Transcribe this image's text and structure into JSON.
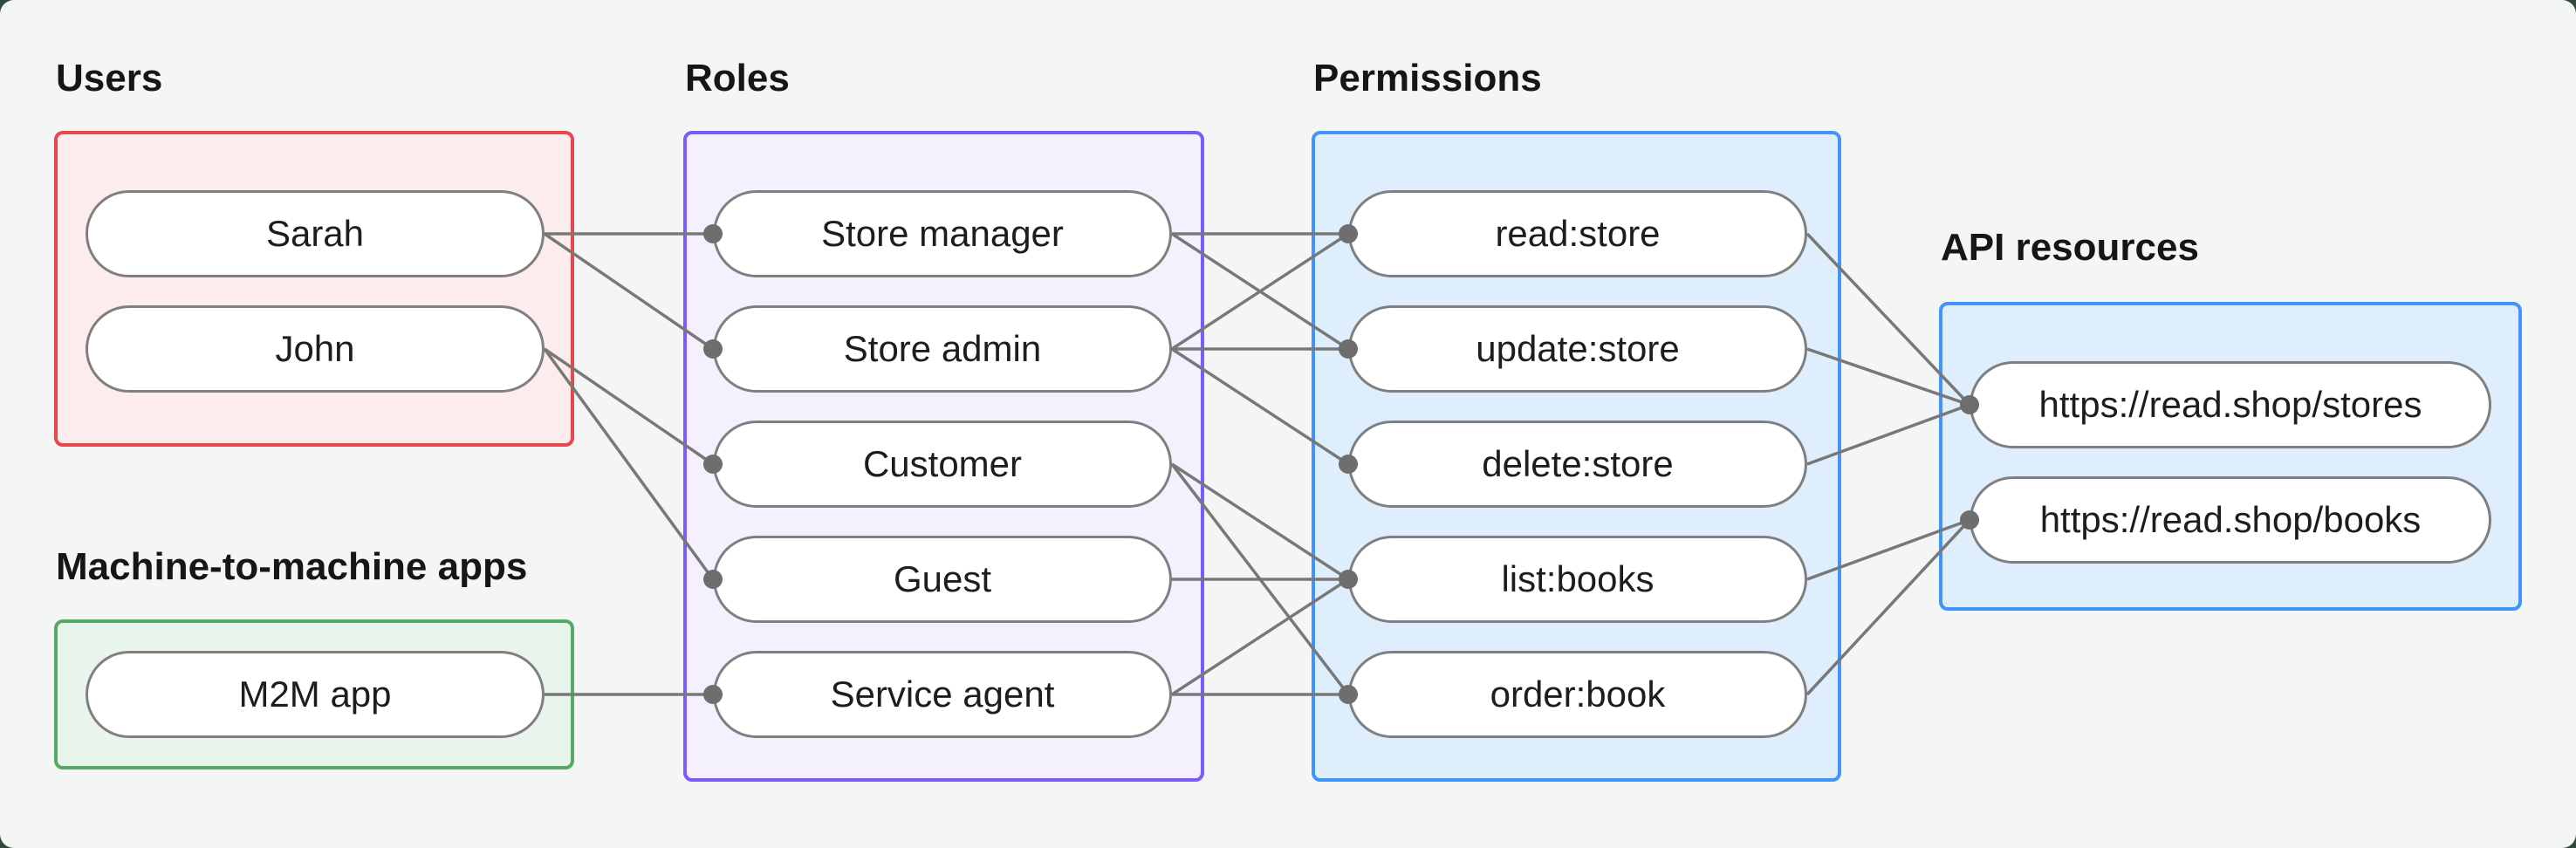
{
  "groups": [
    {
      "id": "users",
      "label": "Users",
      "border": "#e5484d",
      "fill": "#fdecec"
    },
    {
      "id": "m2m",
      "label": "Machine-to-machine apps",
      "border": "#55ab66",
      "fill": "#e9f5ec"
    },
    {
      "id": "roles",
      "label": "Roles",
      "border": "#7b5bfa",
      "fill": "#f5f0fe"
    },
    {
      "id": "permissions",
      "label": "Permissions",
      "border": "#4493f8",
      "fill": "#dfeefc"
    },
    {
      "id": "api_resources",
      "label": "API resources",
      "border": "#4493f8",
      "fill": "#dfeefc"
    }
  ],
  "nodes": {
    "sarah": "Sarah",
    "john": "John",
    "m2m_app": "M2M app",
    "store_manager": "Store manager",
    "store_admin": "Store admin",
    "customer": "Customer",
    "guest": "Guest",
    "service_agent": "Service agent",
    "read_store": "read:store",
    "update_store": "update:store",
    "delete_store": "delete:store",
    "list_books": "list:books",
    "order_book": "order:book",
    "stores_api": "https://read.shop/stores",
    "books_api": "https://read.shop/books"
  },
  "edges": [
    [
      "sarah",
      "store_manager"
    ],
    [
      "sarah",
      "store_admin"
    ],
    [
      "john",
      "customer"
    ],
    [
      "john",
      "guest"
    ],
    [
      "m2m_app",
      "service_agent"
    ],
    [
      "store_manager",
      "read_store"
    ],
    [
      "store_manager",
      "update_store"
    ],
    [
      "store_admin",
      "read_store"
    ],
    [
      "store_admin",
      "update_store"
    ],
    [
      "store_admin",
      "delete_store"
    ],
    [
      "customer",
      "list_books"
    ],
    [
      "customer",
      "order_book"
    ],
    [
      "guest",
      "list_books"
    ],
    [
      "service_agent",
      "list_books"
    ],
    [
      "service_agent",
      "order_book"
    ],
    [
      "read_store",
      "stores_api"
    ],
    [
      "update_store",
      "stores_api"
    ],
    [
      "delete_store",
      "stores_api"
    ],
    [
      "list_books",
      "books_api"
    ],
    [
      "order_book",
      "books_api"
    ]
  ],
  "edge_style": {
    "line_color": "#787878",
    "dot_color": "#6e6e6e"
  },
  "pill_style": {
    "border": "#7f7f7f",
    "fill": "#ffffff",
    "text": "#1d1d1f"
  },
  "canvas": {
    "background": "#f4f6f5",
    "corner_backdrop": "#2e4a3a"
  }
}
